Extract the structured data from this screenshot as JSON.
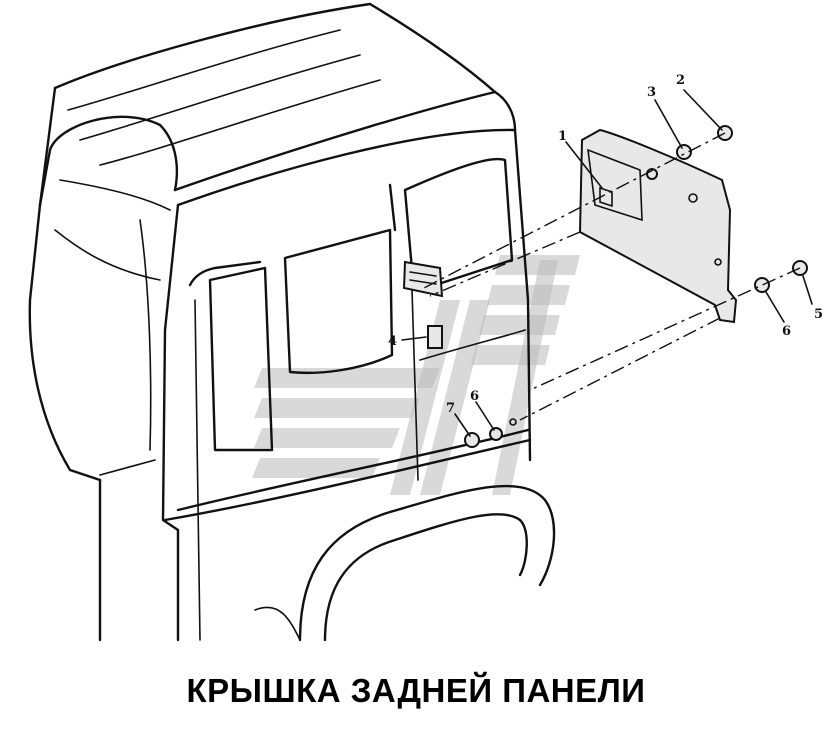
{
  "caption": "КРЫШКА ЗАДНЕЙ ПАНЕЛИ",
  "callouts": [
    {
      "id": "c1",
      "label": "1"
    },
    {
      "id": "c2",
      "label": "2"
    },
    {
      "id": "c3",
      "label": "3"
    },
    {
      "id": "c4",
      "label": "4"
    },
    {
      "id": "c5",
      "label": "5"
    },
    {
      "id": "c6a",
      "label": "6"
    },
    {
      "id": "c6b",
      "label": "6"
    },
    {
      "id": "c7",
      "label": "7"
    }
  ]
}
